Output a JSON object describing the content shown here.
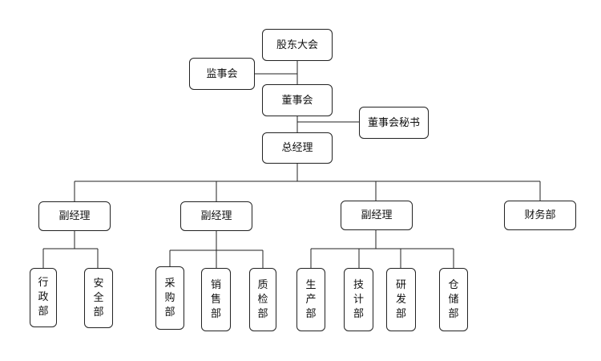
{
  "org_chart": {
    "shareholders_meeting": "股东大会",
    "supervisory_board": "监事会",
    "board_of_directors": "董事会",
    "board_secretary": "董事会秘书",
    "general_manager": "总经理",
    "deputy_manager_1": "副经理",
    "deputy_manager_2": "副经理",
    "deputy_manager_3": "副经理",
    "finance_dept": "财务部",
    "admin_dept": "行政部",
    "safety_dept": "安全部",
    "purchasing_dept": "采购部",
    "sales_dept": "销售部",
    "quality_dept": "质检部",
    "production_dept": "生产部",
    "tech_dept": "技计部",
    "rnd_dept": "研发部",
    "warehouse_dept": "仓储部"
  }
}
